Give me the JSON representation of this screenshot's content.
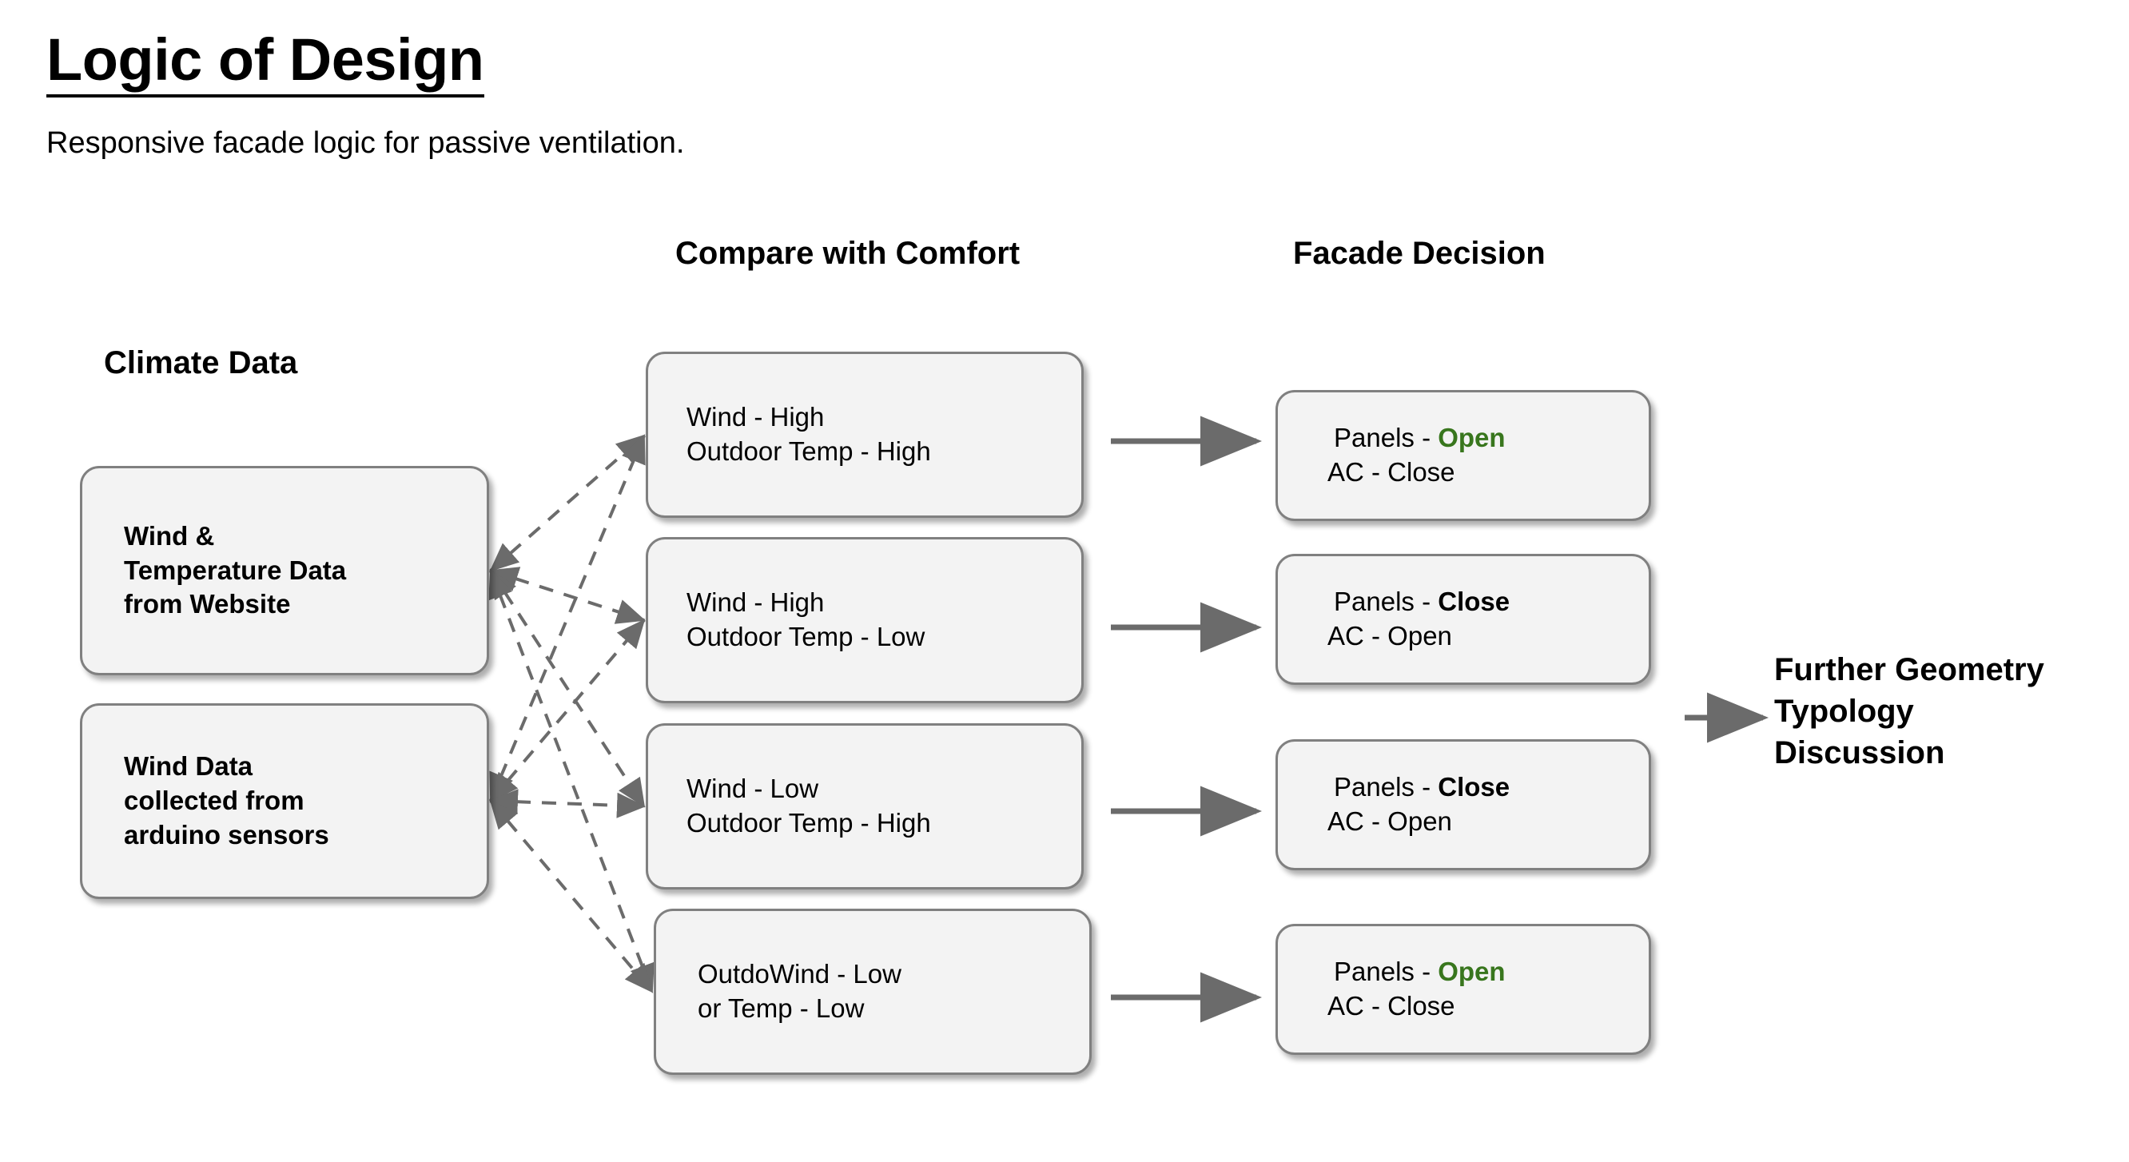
{
  "header": {
    "title": "Logic of Design",
    "subtitle": "Responsive facade logic for passive ventilation."
  },
  "columns": {
    "climate_heading": "Climate Data",
    "compare_heading": "Compare with Comfort",
    "decision_heading": "Facade Decision"
  },
  "climate_nodes": [
    {
      "line1": "Wind &",
      "line2": "Temperature Data",
      "line3": "from Website"
    },
    {
      "line1": "Wind Data",
      "line2": "collected from",
      "line3": "arduino sensors"
    }
  ],
  "compare_nodes": [
    {
      "line1": "Wind - High",
      "line2": "Outdoor Temp - High"
    },
    {
      "line1": "Wind - High",
      "line2": "Outdoor Temp - Low"
    },
    {
      "line1": "Wind - Low",
      "line2": "Outdoor Temp - High"
    },
    {
      "line1": "OutdoWind - Low",
      "line2": "or Temp - Low"
    }
  ],
  "decision_nodes": [
    {
      "prefix": "Panels - ",
      "state": "Open",
      "state_kind": "open",
      "line2": "AC - Close"
    },
    {
      "prefix": "Panels - ",
      "state": "Close",
      "state_kind": "close",
      "line2": "AC - Open"
    },
    {
      "prefix": "Panels - ",
      "state": "Close",
      "state_kind": "close",
      "line2": "AC - Open"
    },
    {
      "prefix": "Panels - ",
      "state": "Open",
      "state_kind": "open",
      "line2": "AC - Close"
    }
  ],
  "final_block": {
    "line1": "Further Geometry",
    "line2": "Typology",
    "line3": "Discussion"
  },
  "colors": {
    "open_green": "#38761d",
    "box_fill": "#f3f3f3",
    "box_border": "#808080",
    "connector_gray": "#6b6b6b",
    "text_black": "#000000",
    "background": "#ffffff"
  },
  "connectors": {
    "climate_to_compare_style": "dashed",
    "compare_to_decision_style": "solid-arrow",
    "decision_to_final_style": "solid-arrow",
    "dashed_link_count": 8,
    "solid_arrow_count": 5
  }
}
